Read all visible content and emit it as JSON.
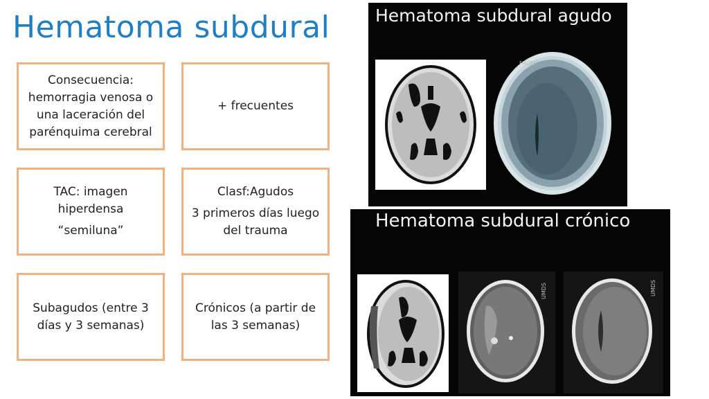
{
  "slide": {
    "title": "Hematoma subdural"
  },
  "cards": {
    "c1": {
      "lines": [
        "Consecuencia: hemorragia venosa o una laceración del parénquima cerebral"
      ]
    },
    "c2": {
      "lines": [
        "+ frecuentes"
      ]
    },
    "c3": {
      "lines": [
        "TAC: imagen hiperdensa",
        "“semiluna”"
      ]
    },
    "c4": {
      "lines": [
        "Clasf:Agudos",
        "3 primeros días luego del trauma"
      ]
    },
    "c5": {
      "lines": [
        "Subagudos (entre 3 días y 3 semanas)"
      ]
    },
    "c6": {
      "lines": [
        "Crónicos (a partir de las 3 semanas)"
      ]
    }
  },
  "images": {
    "acute": {
      "title": "Hematoma subdural agudo",
      "scan_label": "FRONT"
    },
    "chronic": {
      "title": "Hematoma subdural crónico",
      "scan_label_1": "UMDS",
      "scan_label_2": "UMDS"
    }
  },
  "colors": {
    "title": "#1f7fc4",
    "card_border": "#f2b07f",
    "panel_bg": "#050505"
  }
}
